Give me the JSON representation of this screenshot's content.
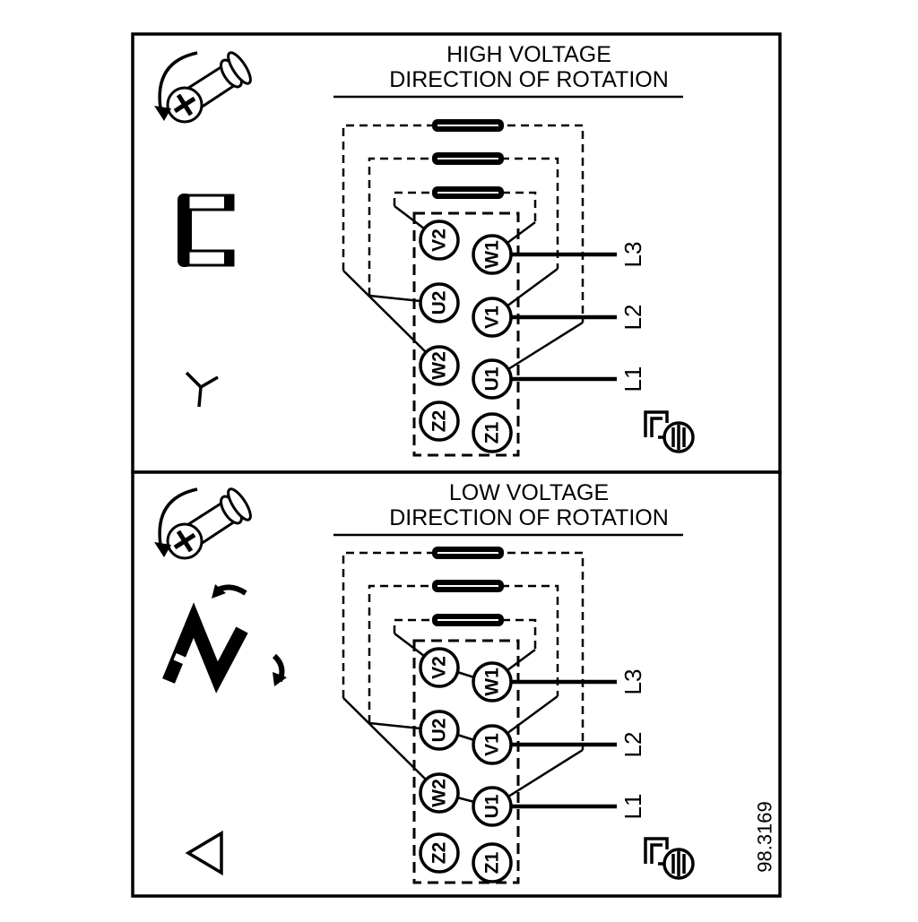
{
  "drawing_number": "98.3169",
  "colors": {
    "line": "#000000",
    "background": "#ffffff"
  },
  "panels": [
    {
      "id": "high-voltage",
      "title_line1": "HIGH VOLTAGE",
      "title_line2": "DIRECTION OF ROTATION",
      "terminals_left": [
        "V2",
        "U2",
        "W2",
        "Z2"
      ],
      "terminals_right": [
        "W1",
        "V1",
        "U1",
        "Z1"
      ],
      "supply_lines": [
        "L3",
        "L2",
        "L1"
      ],
      "connection_symbol": "star",
      "icons": [
        "screw-rotation-icon",
        "jumper-link-icon",
        "star-symbol-icon",
        "ground-terminal-icon"
      ]
    },
    {
      "id": "low-voltage",
      "title_line1": "LOW VOLTAGE",
      "title_line2": "DIRECTION OF ROTATION",
      "terminals_left": [
        "V2",
        "U2",
        "W2",
        "Z2"
      ],
      "terminals_right": [
        "W1",
        "V1",
        "U1",
        "Z1"
      ],
      "supply_lines": [
        "L3",
        "L2",
        "L1"
      ],
      "connection_symbol": "delta",
      "icons": [
        "screw-rotation-icon",
        "delta-links-icon",
        "delta-symbol-icon",
        "ground-terminal-icon"
      ]
    }
  ]
}
